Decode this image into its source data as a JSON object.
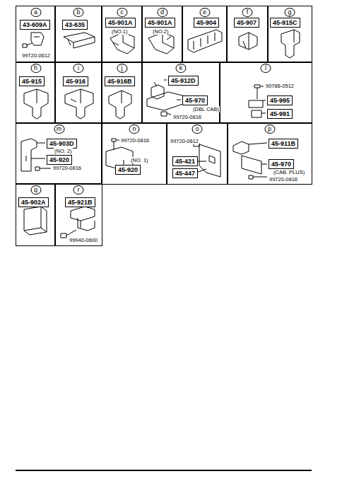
{
  "diagram": {
    "nodes": [
      {
        "text": [
          "a"
        ]
      },
      {
        "text": [
          "43-609A"
        ],
        "in": 0
      },
      {
        "text": [
          "b"
        ]
      },
      {
        "text": [
          "43-635"
        ],
        "in": 2
      },
      {
        "text": [
          "c"
        ]
      },
      {
        "text": [
          "45-901A"
        ],
        "in": 4
      },
      {
        "text": [
          "d"
        ]
      },
      {
        "text": [
          "45-901A"
        ],
        "in": 6
      },
      {
        "text": [
          "e"
        ]
      },
      {
        "text": [
          "45-904"
        ],
        "in": 8
      },
      {
        "text": [
          "f"
        ]
      },
      {
        "text": [
          "45-907"
        ],
        "in": 10
      },
      {
        "text": [
          "g"
        ]
      },
      {
        "text": [
          "45-915C"
        ],
        "in": 12
      },
      {
        "text": [
          "h"
        ]
      },
      {
        "text": [
          "45-915"
        ],
        "in": 14
      },
      {
        "text": [
          "i"
        ]
      },
      {
        "text": [
          "45-916"
        ],
        "in": 16
      },
      {
        "text": [
          "j"
        ]
      },
      {
        "text": [
          "45-916B"
        ],
        "in": 18
      },
      {
        "text": [
          "k"
        ]
      },
      {
        "text": [
          "45-912D"
        ],
        "in": 20
      },
      {
        "text": [
          "45-970"
        ],
        "in": 20
      },
      {
        "text": [
          "l"
        ]
      },
      {
        "text": [
          "45-995"
        ],
        "in": 23
      },
      {
        "text": [
          "45-991"
        ],
        "in": 23
      },
      {
        "text": [
          "m"
        ]
      },
      {
        "text": [
          "45-903D"
        ],
        "in": 26
      },
      {
        "text": [
          "45-920"
        ],
        "in": 26
      },
      {
        "text": [
          "n"
        ]
      },
      {
        "text": [
          "45-920"
        ],
        "in": 29
      },
      {
        "text": [
          "o"
        ]
      },
      {
        "text": [
          "45-421"
        ],
        "in": 31
      },
      {
        "text": [
          "45-447"
        ],
        "in": 31
      },
      {
        "text": [
          "p"
        ]
      },
      {
        "text": [
          "45-911B"
        ],
        "in": 34
      },
      {
        "text": [
          "45-970"
        ],
        "in": 34
      },
      {
        "text": [
          "q"
        ]
      },
      {
        "text": [
          "45-902A"
        ],
        "in": 37
      },
      {
        "text": [
          "r"
        ]
      },
      {
        "text": [
          "45-921B"
        ],
        "in": 39
      }
    ],
    "labels": [
      "99720-0612",
      "(NO.1)",
      "(NO.2)",
      "(DBL CAB)",
      "99720-0816",
      "90786-0512",
      "(NO. 2)",
      "99720-0816",
      "99720-0816",
      "(NO. 1)",
      "99720-0612",
      "(CAB. PLUS)",
      "99720-0816",
      "99940-0600"
    ]
  }
}
